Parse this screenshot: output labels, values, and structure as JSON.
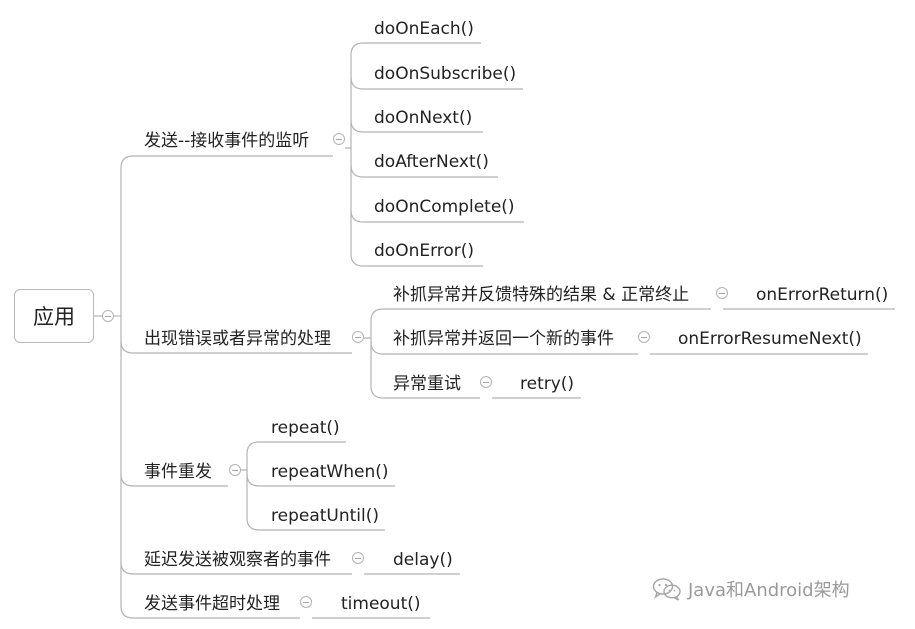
{
  "root": {
    "label": "应用"
  },
  "branches": {
    "monitor": {
      "label": "发送--接收事件的监听",
      "children": [
        "doOnEach()",
        "doOnSubscribe()",
        "doOnNext()",
        "doAfterNext()",
        "doOnComplete()",
        "doOnError()"
      ]
    },
    "error": {
      "label": "出现错误或者异常的处理",
      "items": [
        {
          "label": "补抓异常并反馈特殊的结果 & 正常终止",
          "method": "onErrorReturn()"
        },
        {
          "label": "补抓异常并返回一个新的事件",
          "method": "onErrorResumeNext()"
        },
        {
          "label": "异常重试",
          "method": "retry()"
        }
      ]
    },
    "repeat": {
      "label": "事件重发",
      "children": [
        "repeat()",
        "repeatWhen()",
        "repeatUntil()"
      ]
    },
    "delay": {
      "label": "延迟发送被观察者的事件",
      "method": "delay()"
    },
    "timeout": {
      "label": "发送事件超时处理",
      "method": "timeout()"
    }
  },
  "watermark": {
    "text": "Java和Android架构"
  },
  "colors": {
    "line": "#b4b4b4",
    "text": "#222222",
    "watermark": "#9a9a9a"
  }
}
